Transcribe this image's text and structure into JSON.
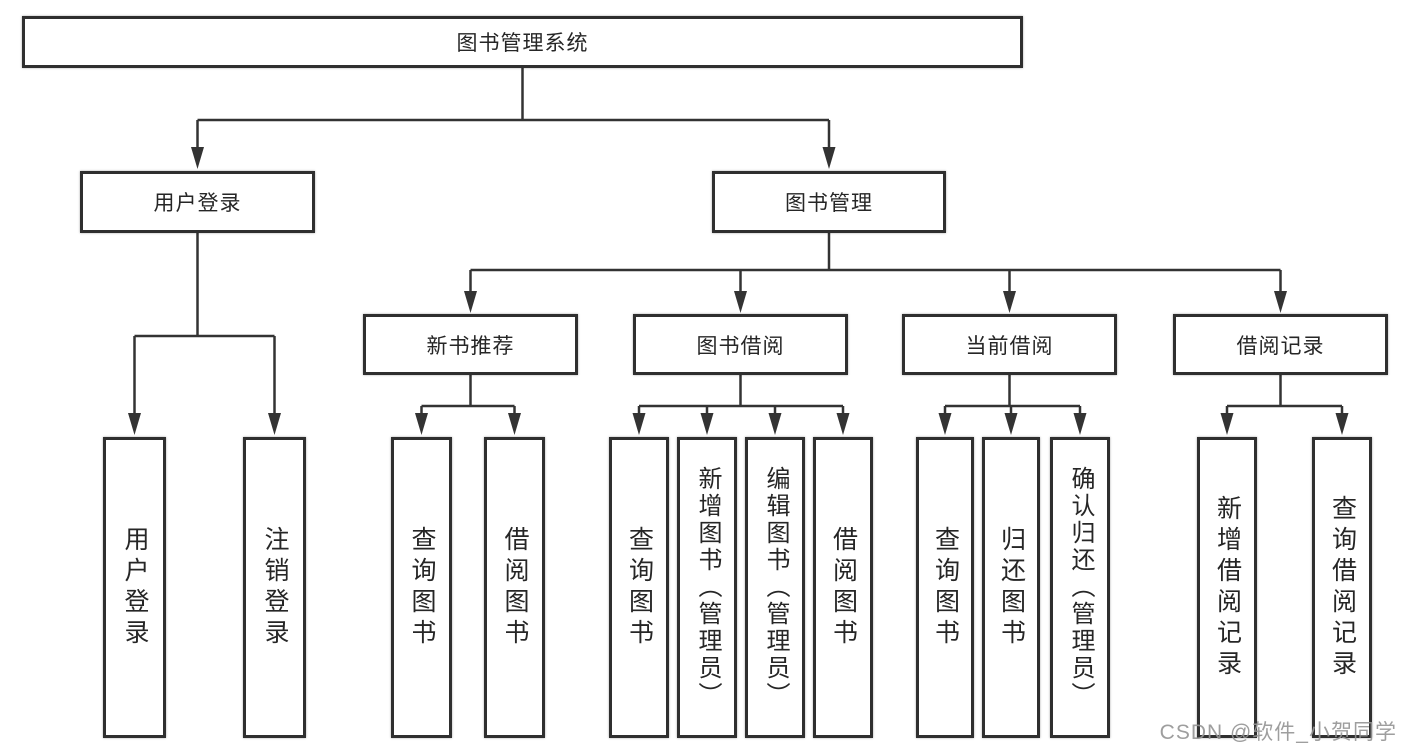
{
  "tree": {
    "root": {
      "label": "图书管理系统"
    },
    "login": {
      "label": "用户登录",
      "children": [
        {
          "label": "用户登录"
        },
        {
          "label": "注销登录"
        }
      ]
    },
    "mgmt": {
      "label": "图书管理",
      "sections": [
        {
          "label": "新书推荐",
          "children": [
            {
              "label": "查询图书"
            },
            {
              "label": "借阅图书"
            }
          ]
        },
        {
          "label": "图书借阅",
          "children": [
            {
              "label": "查询图书"
            },
            {
              "label": "新增图书（管理员）"
            },
            {
              "label": "编辑图书（管理员）"
            },
            {
              "label": "借阅图书"
            }
          ]
        },
        {
          "label": "当前借阅",
          "children": [
            {
              "label": "查询图书"
            },
            {
              "label": "归还图书"
            },
            {
              "label": "确认归还（管理员）"
            }
          ]
        },
        {
          "label": "借阅记录",
          "children": [
            {
              "label": "新增借阅记录"
            },
            {
              "label": "查询借阅记录"
            }
          ]
        }
      ]
    }
  },
  "watermark": {
    "text": "CSDN @软件_小贺同学"
  },
  "colors": {
    "line": "#333333",
    "box_border": "#2f2f2f",
    "box_bg": "#ffffff",
    "text": "#262626",
    "watermark": "#949494"
  }
}
